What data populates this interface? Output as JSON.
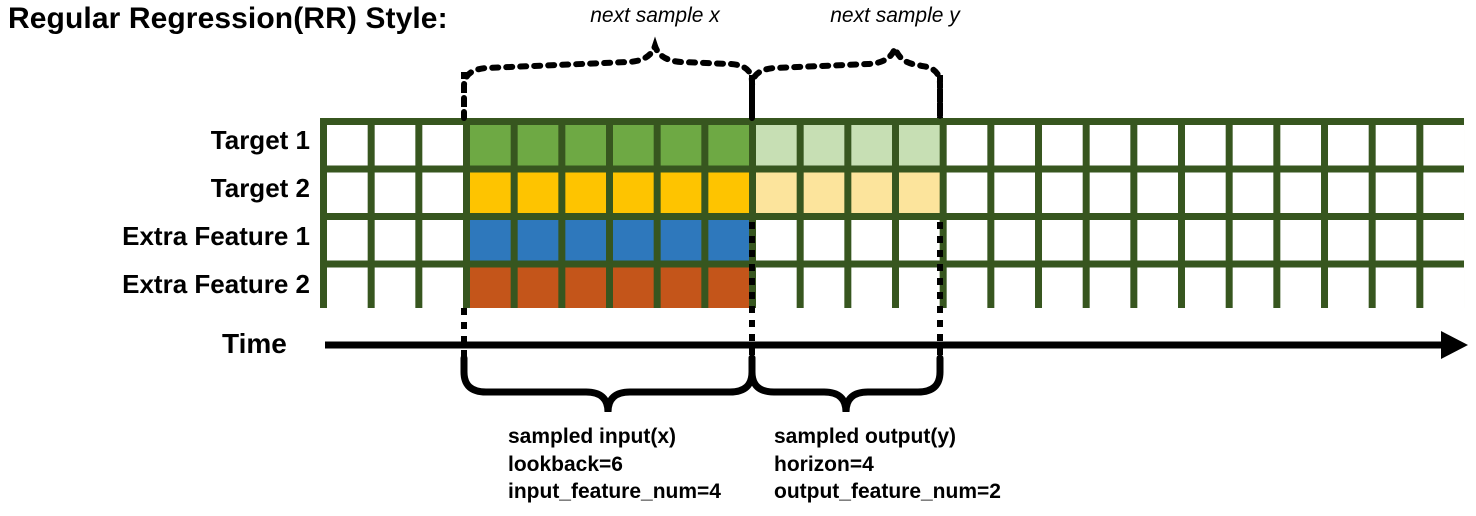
{
  "title": "Regular Regression(RR) Style:",
  "row_labels": [
    "Target 1",
    "Target 2",
    "Extra Feature 1",
    "Extra Feature 2"
  ],
  "time_axis": {
    "label": "Time"
  },
  "top_braces": [
    {
      "name": "next-sample-x",
      "label": "next sample x"
    },
    {
      "name": "next-sample-y",
      "label": "next sample y"
    }
  ],
  "bottom_braces": [
    {
      "name": "sampled-input",
      "lines": [
        "sampled input(x)",
        "lookback=6",
        "input_feature_num=4"
      ]
    },
    {
      "name": "sampled-output",
      "lines": [
        "sampled output(y)",
        "horizon=4",
        "output_feature_num=2"
      ]
    }
  ],
  "colors": {
    "grid_border": "#37561F",
    "target1": "#6EA944",
    "target1_light": "#C7DFB4",
    "target2": "#FEC400",
    "target2_light": "#FCE49C",
    "extra1": "#2E78BC",
    "extra2": "#C4551A",
    "empty": "#FFFFFF",
    "ink": "#000000"
  },
  "grid": {
    "columns": 24,
    "rows": 4,
    "input_start_col": 3,
    "lookback": 6,
    "horizon": 4,
    "cells": [
      [
        "empty",
        "empty",
        "empty",
        "target1",
        "target1",
        "target1",
        "target1",
        "target1",
        "target1",
        "target1_light",
        "target1_light",
        "target1_light",
        "target1_light",
        "empty",
        "empty",
        "empty",
        "empty",
        "empty",
        "empty",
        "empty",
        "empty",
        "empty",
        "empty",
        "empty"
      ],
      [
        "empty",
        "empty",
        "empty",
        "target2",
        "target2",
        "target2",
        "target2",
        "target2",
        "target2",
        "target2_light",
        "target2_light",
        "target2_light",
        "target2_light",
        "empty",
        "empty",
        "empty",
        "empty",
        "empty",
        "empty",
        "empty",
        "empty",
        "empty",
        "empty",
        "empty"
      ],
      [
        "empty",
        "empty",
        "empty",
        "extra1",
        "extra1",
        "extra1",
        "extra1",
        "extra1",
        "extra1",
        "empty",
        "empty",
        "empty",
        "empty",
        "empty",
        "empty",
        "empty",
        "empty",
        "empty",
        "empty",
        "empty",
        "empty",
        "empty",
        "empty",
        "empty"
      ],
      [
        "empty",
        "empty",
        "empty",
        "extra2",
        "extra2",
        "extra2",
        "extra2",
        "extra2",
        "extra2",
        "empty",
        "empty",
        "empty",
        "empty",
        "empty",
        "empty",
        "empty",
        "empty",
        "empty",
        "empty",
        "empty",
        "empty",
        "empty",
        "empty",
        "empty"
      ]
    ]
  }
}
